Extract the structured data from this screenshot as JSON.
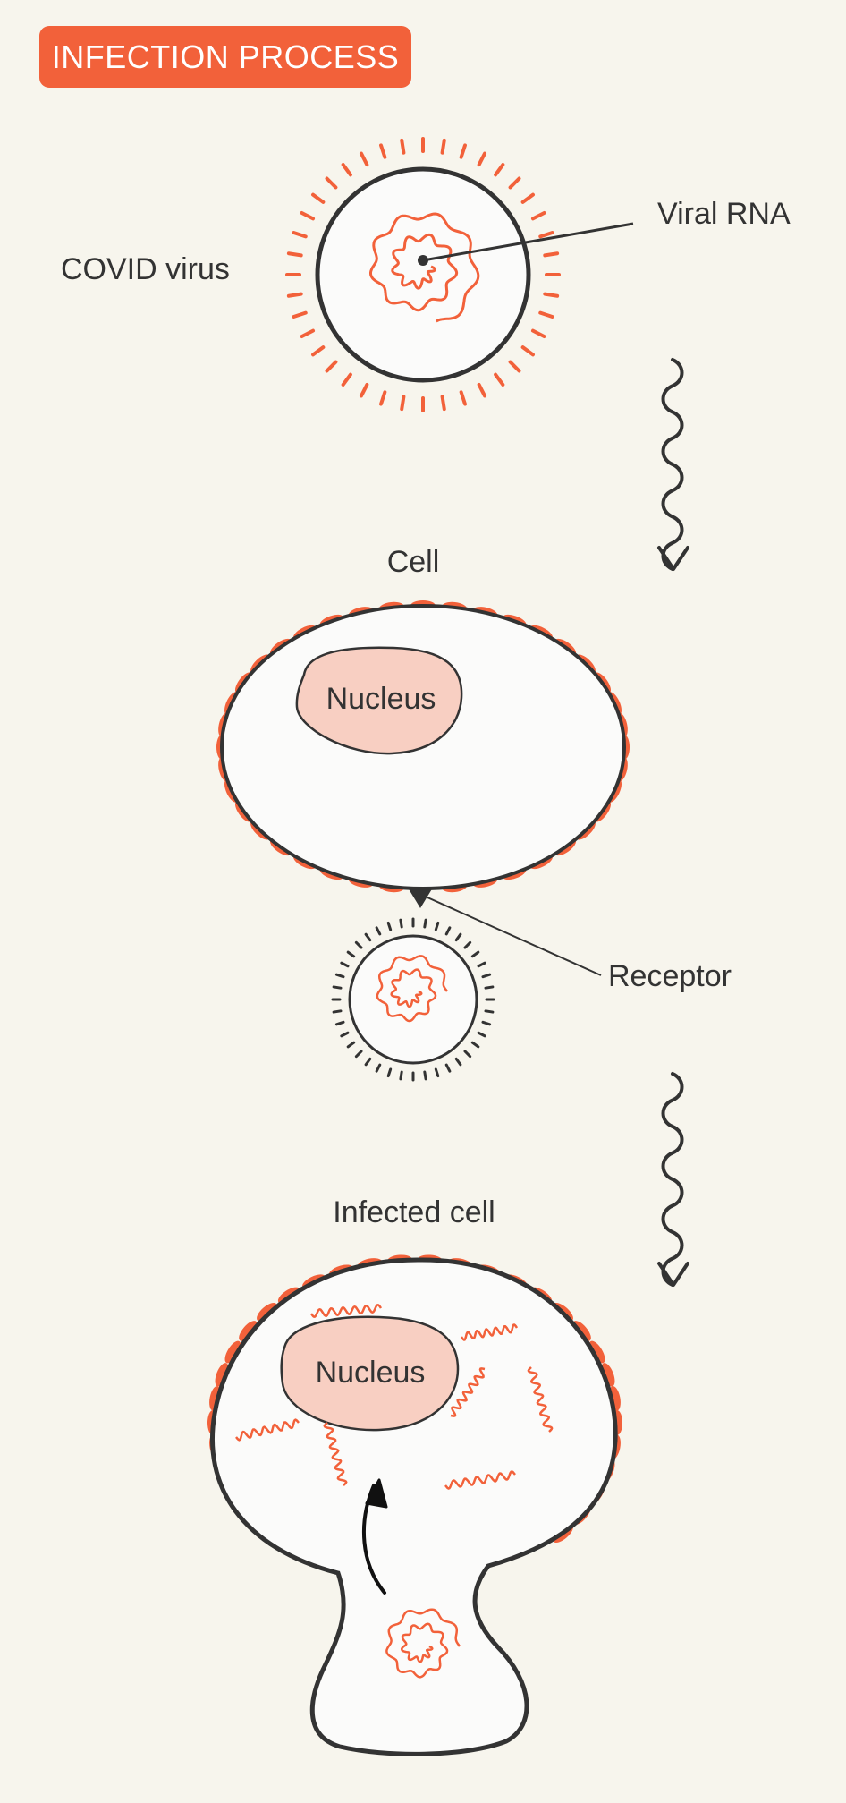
{
  "title": "INFECTION PROCESS",
  "labels": {
    "covid_virus": "COVID virus",
    "viral_rna": "Viral RNA",
    "cell": "Cell",
    "nucleus": "Nucleus",
    "receptor": "Receptor",
    "infected_cell": "Infected cell",
    "infected_nucleus": "Nucleus"
  },
  "colors": {
    "accent": "#f2613a",
    "nucleus_fill": "#f8cfc2",
    "outline": "#333333",
    "background": "#f7f5ed",
    "cell_fill": "#fbfbfa"
  }
}
